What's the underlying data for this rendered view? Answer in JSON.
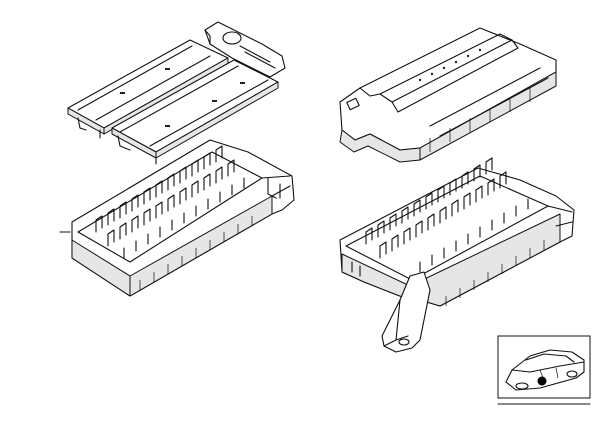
{
  "diagram": {
    "parts": [
      {
        "name": "fuse-box-cover-split"
      },
      {
        "name": "fuse-box-cover-assembled"
      },
      {
        "name": "fuse-carrier-left"
      },
      {
        "name": "fuse-carrier-right-with-bracket"
      }
    ],
    "inset": {
      "content": "vehicle-location-thumbnail",
      "marker": "black-dot"
    },
    "colors": {
      "line": "#111111",
      "background": "#ffffff",
      "marker": "#000000"
    }
  }
}
